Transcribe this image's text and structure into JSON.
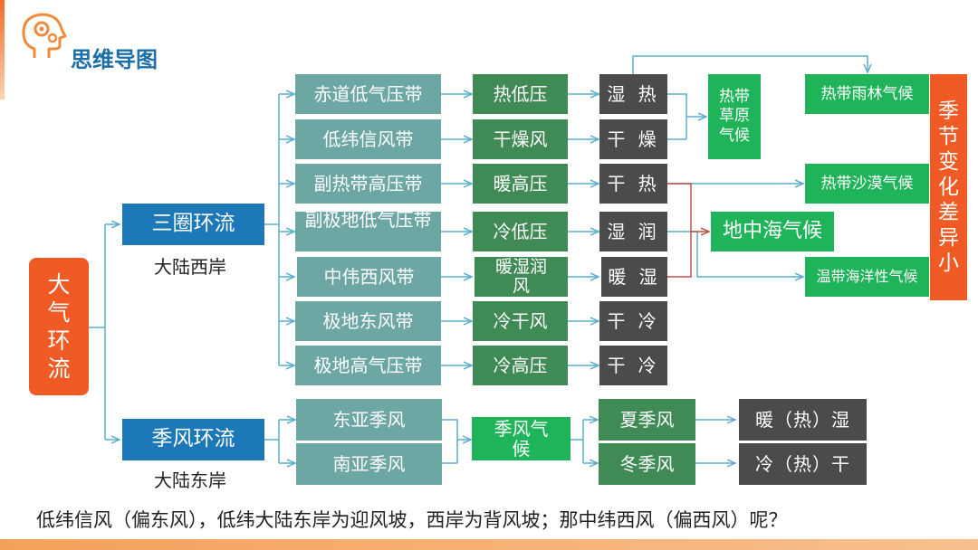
{
  "header": {
    "title": "思维导图"
  },
  "root": {
    "label": "大气环流"
  },
  "level1": [
    {
      "label": "三圈环流",
      "note": "大陆西岸"
    },
    {
      "label": "季风环流",
      "note": "大陆东岸"
    }
  ],
  "belts": [
    "赤道低气压带",
    "低纬信风带",
    "副热带高压带",
    "副极地低气压带",
    "中伟西风带",
    "极地东风带",
    "极地高气压带"
  ],
  "belt_effects": [
    "热低压",
    "干燥风",
    "暖高压",
    "冷低压",
    "暖湿润风",
    "冷干风",
    "冷高压"
  ],
  "belt_climates": [
    "湿 热",
    "干 燥",
    "干 热",
    "湿 润",
    "暖 湿",
    "干 冷",
    "干 冷"
  ],
  "monsoons": [
    "东亚季风",
    "南亚季风"
  ],
  "monsoon_effect": "季风气候",
  "seasons": [
    "夏季风",
    "冬季风"
  ],
  "season_climates": [
    "暖（热）湿",
    "冷（热）干"
  ],
  "climate_types": {
    "savanna": "热带草原气候",
    "rainforest": "热带雨林气候",
    "desert": "热带沙漠气候",
    "mediterranean": "地中海气候",
    "maritime": "温带海洋性气候"
  },
  "seasonal_label": "季节变化差异小",
  "question": "低纬信风（偏东风），低纬大陆东岸为迎风坡，西岸为背风坡；那中纬西风（偏西风）呢？",
  "colors": {
    "orange": "#f05a24",
    "blue": "#1d78b8",
    "teal": "#6ca7a4",
    "dark_green": "#3f8a55",
    "gray": "#4b4b4b",
    "light_green": "#1fb35a",
    "arrow": "#5aaecb",
    "red_line": "#c0504d"
  }
}
